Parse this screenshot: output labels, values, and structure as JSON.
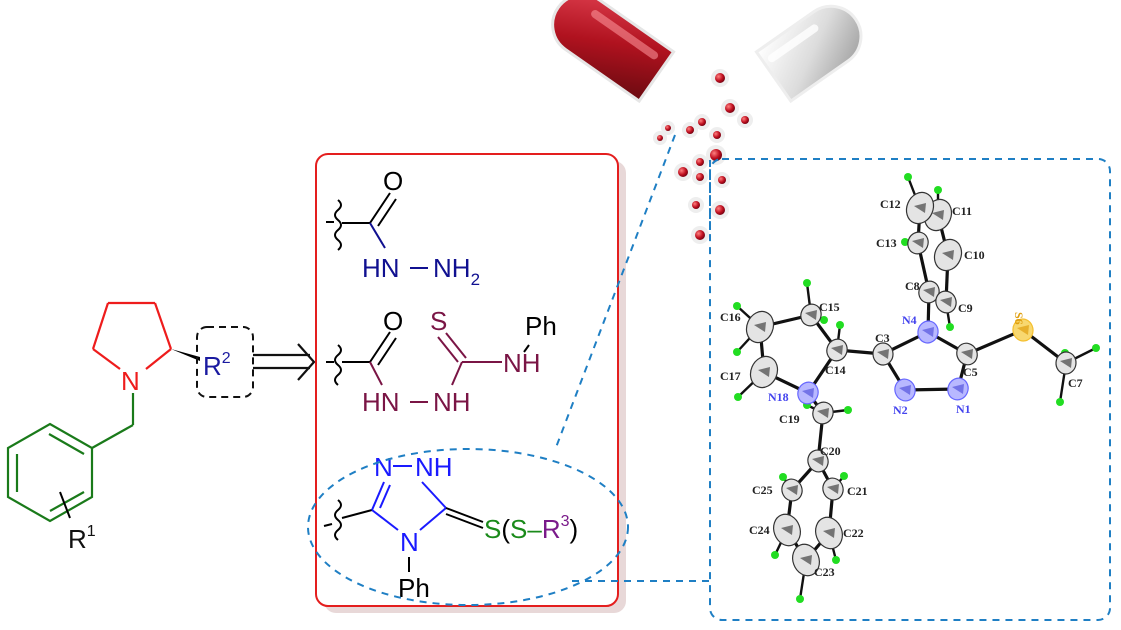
{
  "colors": {
    "pyrrolidine": "#ee1c1c",
    "benzyl": "#1a7a1a",
    "r2": "#1a1aa0",
    "hydrazide": "#101090",
    "thiosemicarbazide": "#7a1545",
    "triazole": "#1a1aff",
    "thione_s": "#1a8a1a",
    "r3": "#7a1a8a",
    "box_border": "#e41e1e",
    "dashed_blue": "#1f7fc4",
    "atom_h": "#22dd22",
    "atom_n": "#6666ff",
    "atom_s": "#f5c030",
    "capsule_red": "#b0121f",
    "capsule_white": "#d8d8d8"
  },
  "scaffold": {
    "ring_atom": "N",
    "r1": {
      "base": "R",
      "sup": "1"
    },
    "r2": {
      "base": "R",
      "sup": "2"
    }
  },
  "derivatives": {
    "hydrazide": {
      "o": "O",
      "hn": "HN",
      "nh2": "NH",
      "nh2_sub": "2"
    },
    "thiosemicarbazide": {
      "o": "O",
      "s": "S",
      "ph": "Ph",
      "nh_right": "NH",
      "hn": "HN",
      "nh": "NH"
    },
    "triazole": {
      "n_left": "N",
      "nh": "NH",
      "n4": "N",
      "ph": "Ph",
      "s_thione": "S",
      "open_paren": "(",
      "s_sub": "S",
      "dash": "–",
      "r3": {
        "base": "R",
        "sup": "3"
      },
      "close_paren": ")"
    }
  },
  "crystal_structure": {
    "atom_labels": {
      "c3": "C3",
      "n4": "N4",
      "c5": "C5",
      "n1": "N1",
      "n2": "N2",
      "s6": "S6",
      "c7": "C7",
      "c8": "C8",
      "c9": "C9",
      "c10": "C10",
      "c11": "C11",
      "c12": "C12",
      "c13": "C13",
      "c14": "C14",
      "c15": "C15",
      "c16": "C16",
      "c17": "C17",
      "n18": "N18",
      "c19": "C19",
      "c20": "C20",
      "c21": "C21",
      "c22": "C22",
      "c23": "C23",
      "c24": "C24",
      "c25": "C25"
    }
  }
}
